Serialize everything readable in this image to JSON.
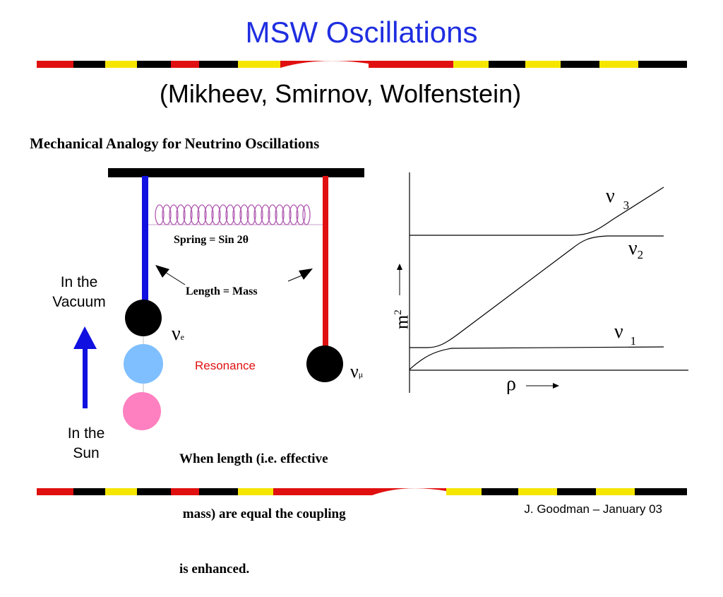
{
  "slide": {
    "title": "MSW Oscillations",
    "subtitle": "(Mikheev, Smirnov, Wolfenstein)",
    "footer": "J. Goodman – January 03"
  },
  "analogy": {
    "title": "Mechanical Analogy for Neutrino Oscillations",
    "spring_label": "Spring = Sin 2θ",
    "length_label": "Length = Mass",
    "vacuum_label_line1": "In the",
    "vacuum_label_line2": "Vacuum",
    "sun_label_line1": "In the",
    "sun_label_line2": "Sun",
    "nu_e_symbol": "ν",
    "nu_e_sub": "e",
    "nu_mu_symbol": "ν",
    "nu_mu_sub": "μ",
    "resonance_label": "Resonance",
    "caption_line1": "When length (i.e. effective",
    "caption_line2": " mass) are equal the coupling",
    "caption_line3": "is enhanced.",
    "colors": {
      "left_string": "#1010e0",
      "right_string": "#e01010",
      "spring": "#b05ab0",
      "arrow": "#1010e0",
      "ball_dark": "#000000",
      "ball_light_blue": "#7fbfff",
      "ball_pink": "#ff80c0",
      "resonance": "#e01010"
    }
  },
  "level_plot": {
    "y_axis_label": "m",
    "y_axis_exp": "2",
    "x_axis_label": "ρ",
    "curve_labels": [
      {
        "symbol": "ν",
        "index": "3"
      },
      {
        "symbol": "ν",
        "index": "2"
      },
      {
        "symbol": "ν",
        "index": "1"
      }
    ]
  },
  "stripe_colors": [
    "#e01010",
    "#000000",
    "#f5e600",
    "#ffffff"
  ]
}
